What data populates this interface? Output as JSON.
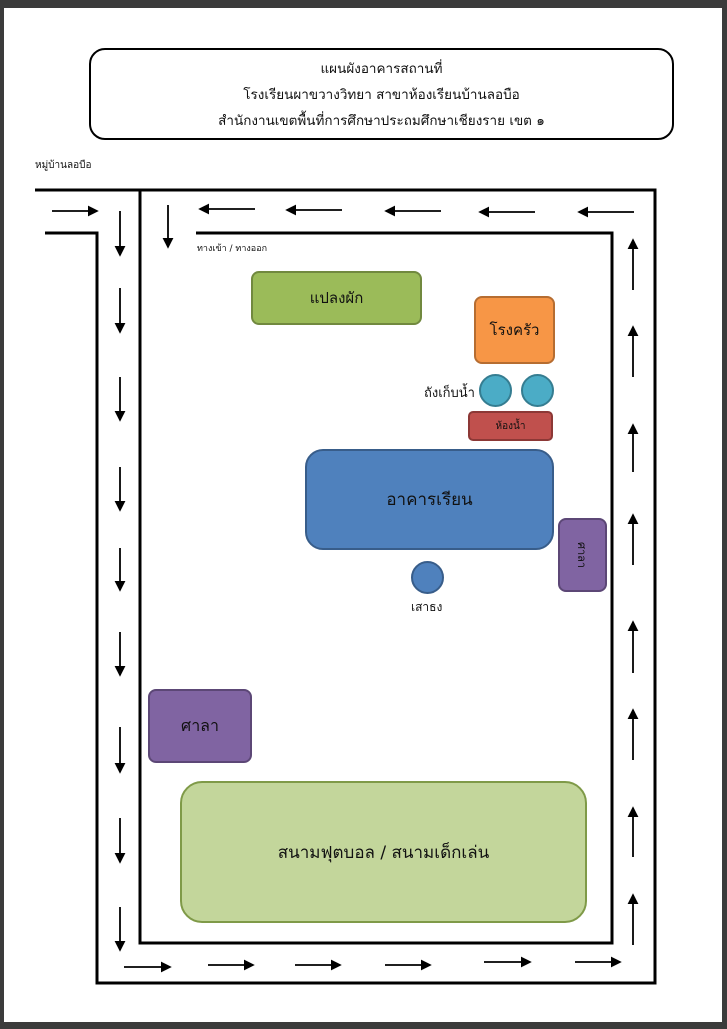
{
  "title": {
    "line1": "แผนผังอาคารสถานที่",
    "line2": "โรงเรียนผาขวางวิทยา สาขาห้องเรียนบ้านลอบือ",
    "line3": "สำนักงานเขตพื้นที่การศึกษาประถมศึกษาเชียงราย เขต ๑"
  },
  "labels": {
    "village": "หมู่บ้านลอบือ",
    "entrance": "ทางเข้า / ทางออก",
    "water_tank": "ถังเก็บน้ำ",
    "flagpole": "เสาธง"
  },
  "buildings": {
    "vegetable_plot": "แปลงผัก",
    "kitchen": "โรงครัว",
    "restroom": "ห้องน้ำ",
    "classroom": "อาคารเรียน",
    "pavilion_small": "ศาลา",
    "pavilion_large": "ศาลา",
    "field": "สนามฟุตบอล / สนามเด็กเล่น"
  },
  "colors": {
    "vegetable_plot": "#9bbb59",
    "kitchen": "#f79646",
    "water_tank": "#4bacc6",
    "restroom": "#c0504d",
    "classroom": "#4f81bd",
    "pavilion": "#8064a2",
    "field": "#c3d69b"
  }
}
